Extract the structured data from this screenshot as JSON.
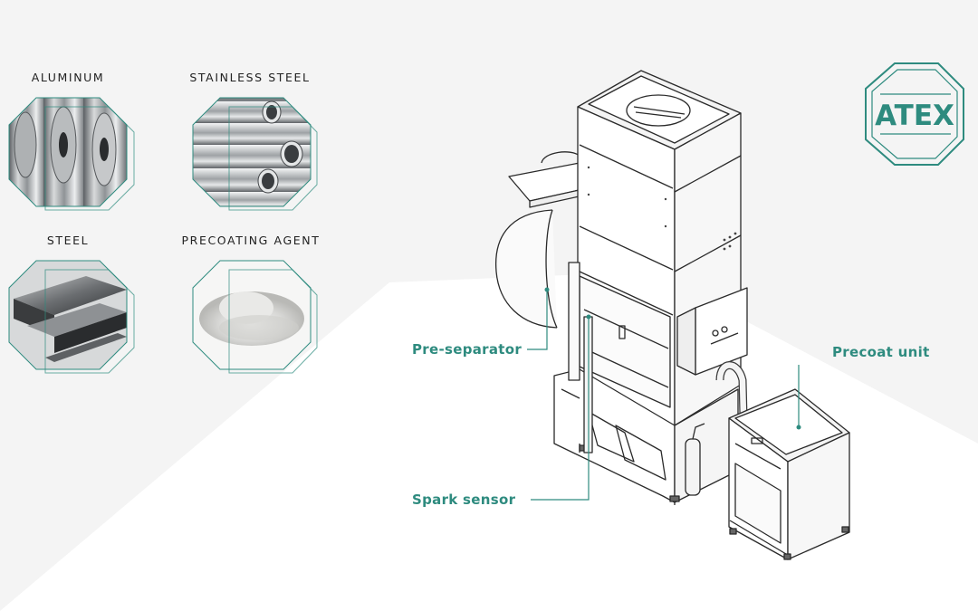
{
  "materials": [
    {
      "label": "ALUMINUM",
      "image": "aluminum-coils"
    },
    {
      "label": "STAINLESS STEEL",
      "image": "stainless-steel-pipes"
    },
    {
      "label": "STEEL",
      "image": "steel-beams"
    },
    {
      "label": "PRECOATING AGENT",
      "image": "precoat-powder"
    }
  ],
  "badge": {
    "text": "ATEX"
  },
  "callouts": {
    "pre_separator": "Pre-separator",
    "precoat_unit": "Precoat unit",
    "spark_sensor": "Spark sensor"
  },
  "colors": {
    "accent": "#2e8b7f",
    "background": "#f4f4f4",
    "floor": "#ffffff",
    "text": "#222222",
    "line_art": "#2a2a2a"
  }
}
